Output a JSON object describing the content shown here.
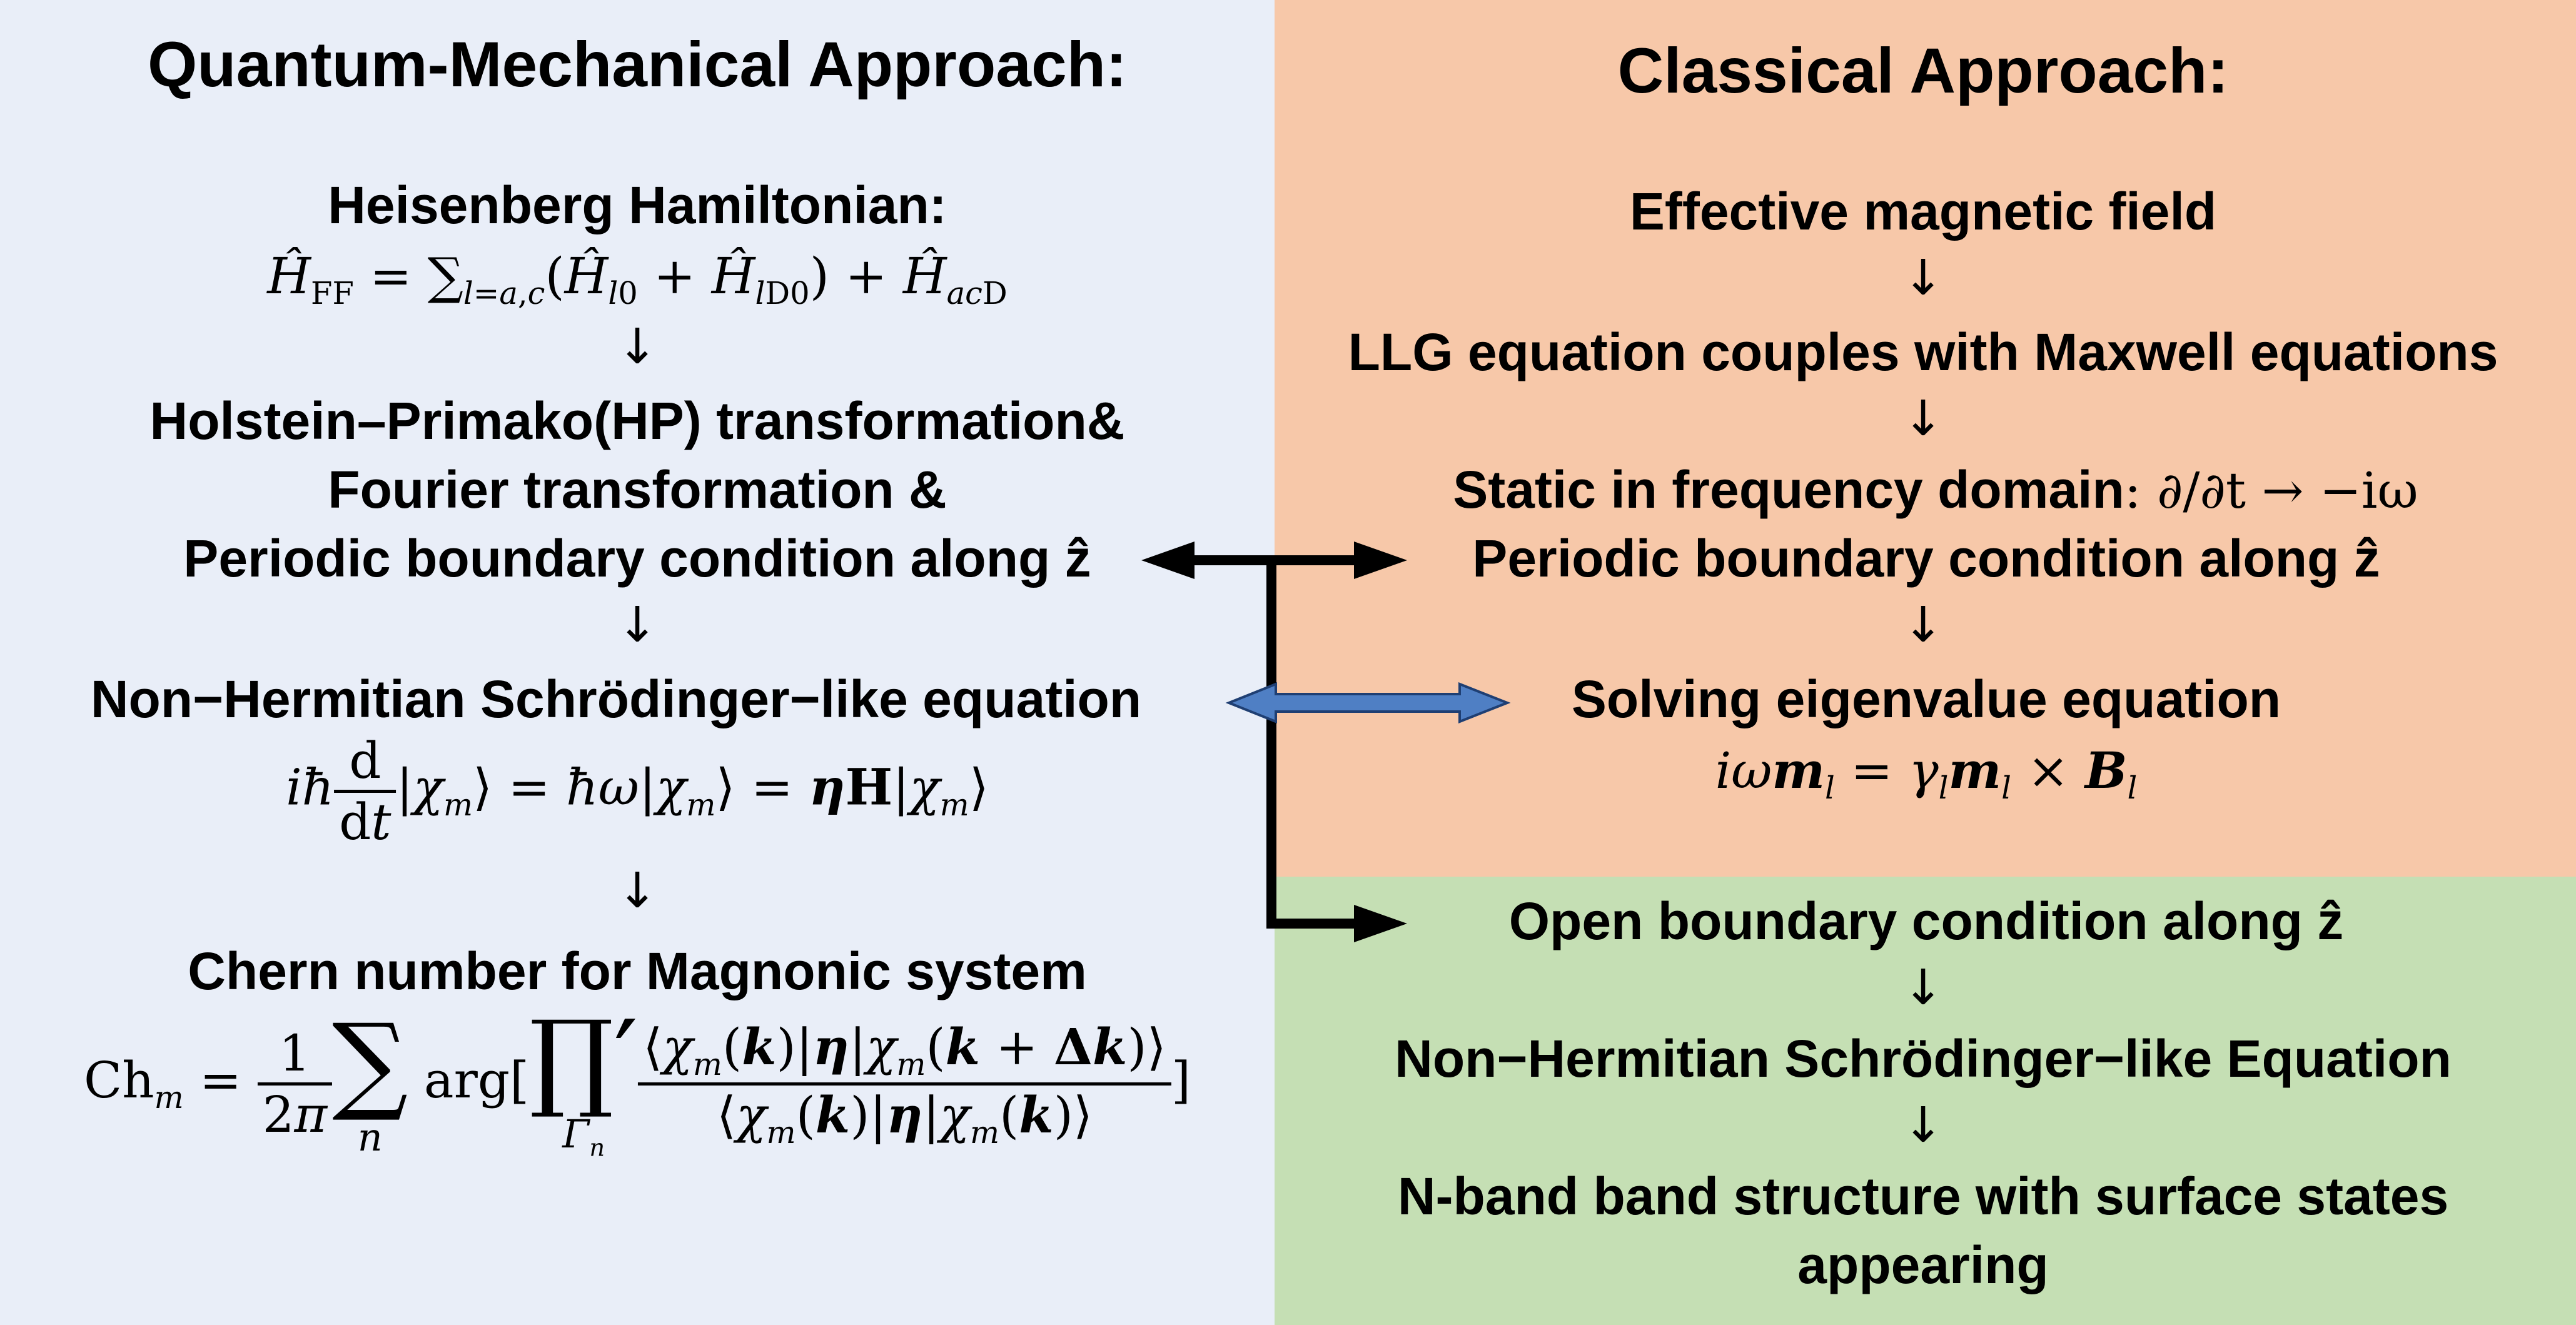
{
  "left": {
    "title": "Quantum-Mechanical Approach:",
    "hamiltonian_label": "Heisenberg Hamiltonian:",
    "hp_line1": "Holstein–Primako(HP) transformation&",
    "hp_line2": "Fourier transformation &",
    "hp_line3": "Periodic boundary condition along ẑ",
    "nonherm": "Non−Hermitian Schrödinger−like equation",
    "chern_label": "Chern number for Magnonic system",
    "arrow": "↓"
  },
  "right": {
    "title": "Classical Approach:",
    "eff_field": "Effective magnetic field",
    "llg": "LLG equation couples with Maxwell equations",
    "static_label": "Static in frequency domain",
    "static_eq": ": ∂/∂t → −iω",
    "pbc": "Periodic boundary condition along ẑ",
    "eigen": "Solving eigenvalue equation",
    "obc": "Open boundary condition along ẑ",
    "nonherm": "Non−Hermitian Schrödinger−like Equation",
    "nband1": "N-band band structure with surface states",
    "nband2": "appearing",
    "arrow": "↓"
  },
  "colors": {
    "left_bg": "#e9eef8",
    "right_top_bg": "#f7c8a9",
    "right_bottom_bg": "#c5dfb4",
    "double_arrow": "#4f7fc4"
  }
}
